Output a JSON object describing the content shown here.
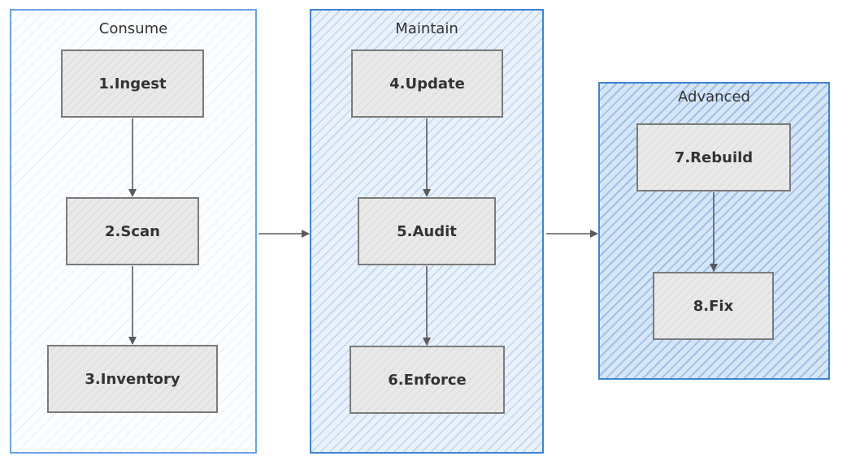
{
  "groups": {
    "consume": "Consume",
    "maintain": "Maintain",
    "advanced": "Advanced"
  },
  "nodes": {
    "ingest": "1.Ingest",
    "scan": "2.Scan",
    "inventory": "3.Inventory",
    "update": "4.Update",
    "audit": "5.Audit",
    "enforce": "6.Enforce",
    "rebuild": "7.Rebuild",
    "fix": "8.Fix"
  },
  "colors": {
    "group_border": "#3f84cf",
    "node_fill": "#e9e9e9",
    "node_border": "#7a7a7a",
    "arrow": "#5a5a5a"
  }
}
